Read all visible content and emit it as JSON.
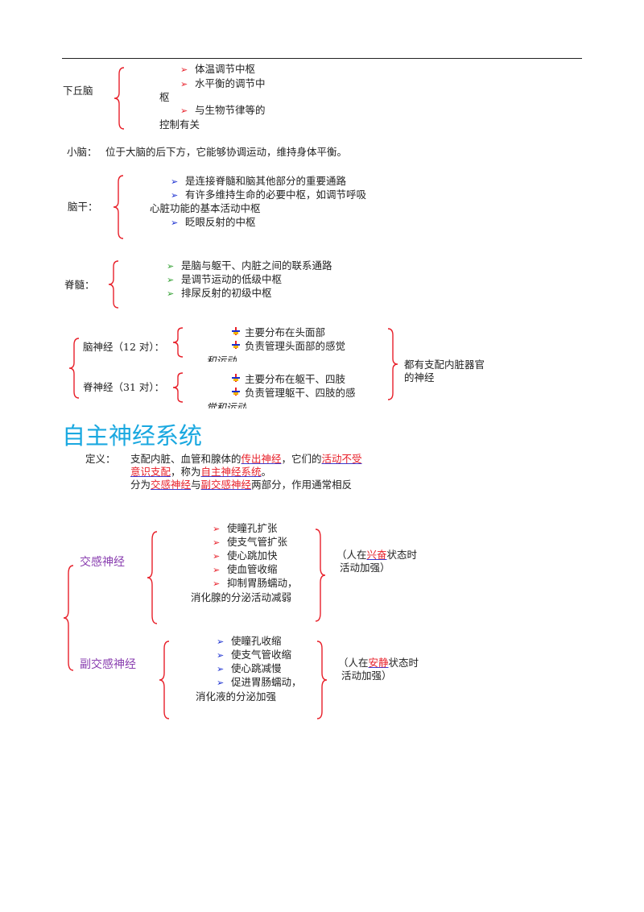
{
  "hypothalamus": {
    "label": "下丘脑",
    "items": [
      "体温调节中枢",
      "水平衡的调节中",
      "枢",
      "与生物节律等的",
      "控制有关"
    ]
  },
  "cerebellum": {
    "label": "小脑：",
    "text": "位于大脑的后下方，它能够协调运动，维持身体平衡。"
  },
  "brainstem": {
    "label": "脑干：",
    "items": [
      "是连接脊髓和脑其他部分的重要通路",
      "有许多维持生命的必要中枢，如调节呼吸",
      "心脏功能的基本活动中枢",
      "眨眼反射的中枢"
    ]
  },
  "spinal_cord": {
    "label": "脊髓：",
    "items": [
      "是脑与躯干、内脏之间的联系通路",
      "是调节运动的低级中枢",
      "排尿反射的初级中枢"
    ]
  },
  "nerves": {
    "cranial_label": "脑神经（12 对）：",
    "cranial_items": [
      "主要分布在头面部",
      "负责管理头面部的感觉",
      "和运动"
    ],
    "spinal_label": "脊神经（31 对）：",
    "spinal_items": [
      "主要分布在躯干、四肢",
      "负责管理躯干、四肢的感",
      "觉和运动"
    ],
    "common_1": "都有支配内脏器官",
    "common_2": "的神经"
  },
  "autonomic": {
    "title": "自主神经系统",
    "def_label": "定义：",
    "def_line1_a": "支配内脏、血管和腺体的",
    "def_line1_b": "传出神经",
    "def_line1_c": "，它们的",
    "def_line1_d": "活动不受",
    "def_line2_a": "意识支配",
    "def_line2_b": "，称为",
    "def_line2_c": "自主神经系统",
    "def_line2_d": "。",
    "def_line3_a": "分为",
    "def_line3_b": "交感神经",
    "def_line3_c": "与",
    "def_line3_d": "副交感神经",
    "def_line3_e": "两部分，作用通常相反"
  },
  "sympathetic": {
    "label": "交感神经",
    "items": [
      "使瞳孔扩张",
      "使支气管扩张",
      "使心跳加快",
      "使血管收缩",
      "抑制胃肠蠕动，",
      "消化腺的分泌活动减弱"
    ],
    "note_a": "（人在",
    "note_b": "兴奋",
    "note_c": "状态时",
    "note_2": "活动加强）"
  },
  "parasympathetic": {
    "label": "副交感神经",
    "items": [
      "使瞳孔收缩",
      "使支气管收缩",
      "使心跳减慢",
      "促进胃肠蠕动，",
      "消化液的分泌加强"
    ],
    "note_a": "（人在",
    "note_b": "安静",
    "note_c": "状态时",
    "note_2": "活动加强）"
  },
  "colors": {
    "brace": "#e8202a",
    "title": "#1aa8e0",
    "purple": "#8a3fb0",
    "highlight": "#e8202a"
  }
}
